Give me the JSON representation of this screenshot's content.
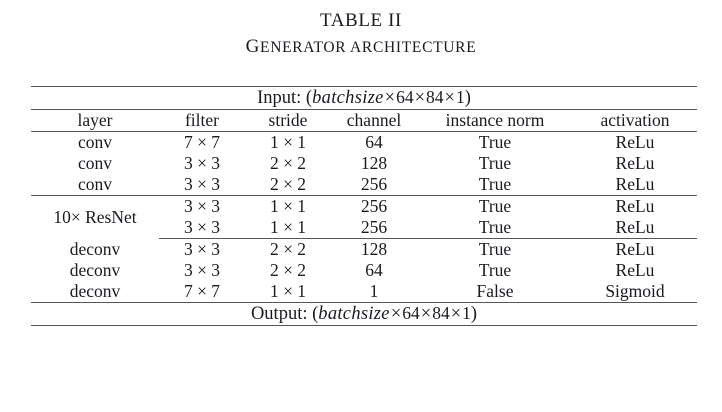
{
  "caption": {
    "table_number": "TABLE II",
    "title_lead": "G",
    "title_rest": "enerator architecture"
  },
  "table": {
    "input_label": "Input:",
    "input_spec_open": "(",
    "input_spec_var": "batchsize",
    "input_spec_dims": [
      "64",
      "84",
      "1"
    ],
    "input_spec_close": ")",
    "output_label": "Output:",
    "output_spec_open": "(",
    "output_spec_var": "batchsize",
    "output_spec_dims": [
      "64",
      "84",
      "1"
    ],
    "output_spec_close": ")",
    "times_symbol": "×",
    "headers": [
      "layer",
      "filter",
      "stride",
      "channel",
      "instance norm",
      "activation"
    ],
    "resnet_group_label": "10×  ResNet",
    "rows": [
      {
        "layer": "conv",
        "filter": "7 × 7",
        "stride": "1 × 1",
        "channel": "64",
        "instance_norm": "True",
        "activation": "ReLu"
      },
      {
        "layer": "conv",
        "filter": "3 × 3",
        "stride": "2 × 2",
        "channel": "128",
        "instance_norm": "True",
        "activation": "ReLu"
      },
      {
        "layer": "conv",
        "filter": "3 × 3",
        "stride": "2 × 2",
        "channel": "256",
        "instance_norm": "True",
        "activation": "ReLu"
      },
      {
        "layer": "10×  ResNet",
        "filter": "3 × 3",
        "stride": "1 × 1",
        "channel": "256",
        "instance_norm": "True",
        "activation": "ReLu"
      },
      {
        "layer": "10×  ResNet",
        "filter": "3 × 3",
        "stride": "1 × 1",
        "channel": "256",
        "instance_norm": "True",
        "activation": "ReLu"
      },
      {
        "layer": "deconv",
        "filter": "3 × 3",
        "stride": "2 × 2",
        "channel": "128",
        "instance_norm": "True",
        "activation": "ReLu"
      },
      {
        "layer": "deconv",
        "filter": "3 × 3",
        "stride": "2 × 2",
        "channel": "64",
        "instance_norm": "True",
        "activation": "ReLu"
      },
      {
        "layer": "deconv",
        "filter": "7 × 7",
        "stride": "1 × 1",
        "channel": "1",
        "instance_norm": "False",
        "activation": "Sigmoid"
      }
    ]
  }
}
